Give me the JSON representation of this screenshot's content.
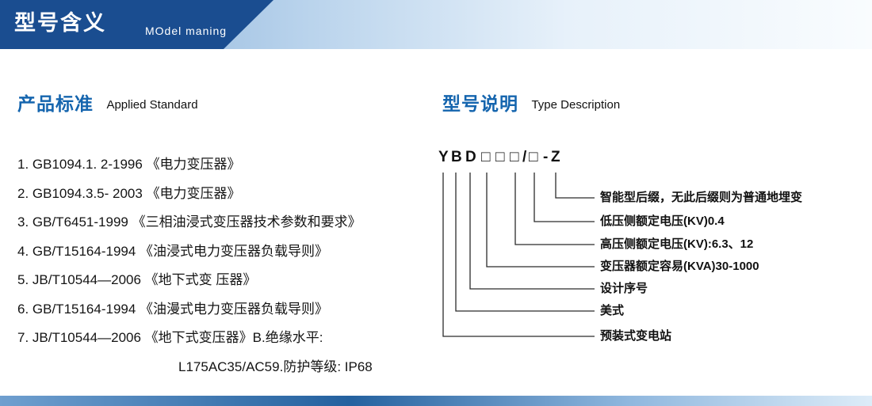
{
  "header": {
    "title": "型号含义",
    "subtitle": "MOdel maning"
  },
  "colors": {
    "accent_blue": "#1565ae",
    "banner_blue": "#1a4d90"
  },
  "left": {
    "heading": "产品标准",
    "heading_en": "Applied Standard",
    "items": [
      "1. GB1094.1. 2-1996 《电力变压器》",
      "2. GB1094.3.5- 2003 《电力变压器》",
      "3. GB/T6451-1999   《三相油浸式变压器技术参数和要求》",
      "4. GB/T15164-1994 《油浸式电力变压器负载导则》",
      "5. JB/T10544—2006 《地下式变 压器》",
      "6. GB/T15164-1994 《油漫式电力变压器负载导则》",
      "7. JB/T10544—2006 《地下式变压器》B.绝缘水平:",
      "L175AC35/AC59.防护等级: IP68"
    ]
  },
  "right": {
    "heading": "型号说明",
    "heading_en": "Type Description",
    "model": [
      "Y",
      "B",
      "D",
      "□",
      "□",
      "□",
      "/",
      "□",
      "-",
      "Z"
    ],
    "labels": [
      "智能型后缀，无此后缀则为普通地埋变",
      "低压侧额定电压(KV)0.4",
      "高压侧额定电压(KV):6.3、12",
      "变压器额定容易(KVA)30-1000",
      "设计序号",
      "美式",
      "预装式变电站"
    ]
  }
}
